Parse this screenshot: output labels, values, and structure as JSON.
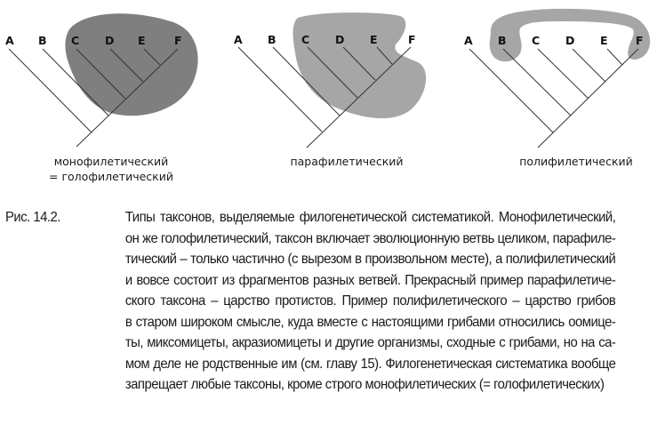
{
  "figure": {
    "panels": [
      {
        "id": "mono",
        "taxa": [
          "A",
          "B",
          "C",
          "D",
          "E",
          "F"
        ],
        "caption_lines": [
          "монофилетический",
          "= голофилетический"
        ],
        "highlighted_taxa": [
          "C",
          "D",
          "E",
          "F"
        ]
      },
      {
        "id": "para",
        "taxa": [
          "A",
          "B",
          "C",
          "D",
          "E",
          "F"
        ],
        "caption_lines": [
          "парафилетический"
        ],
        "highlighted_taxa": [
          "C",
          "D",
          "E"
        ]
      },
      {
        "id": "poly",
        "taxa": [
          "A",
          "B",
          "C",
          "D",
          "E",
          "F"
        ],
        "caption_lines": [
          "полифилетический"
        ],
        "highlighted_taxa": [
          "B",
          "F"
        ]
      }
    ],
    "shade_color": "#7f7f7f",
    "shade_color_light": "#a6a6a6"
  },
  "caption": {
    "label": "Рис. 14.2.",
    "lines": [
      "Типы таксонов, выделяемые филогенетической систематикой. Монофилетический,",
      "он же голофилетический, таксон включает эволюционную ветвь целиком, парафиле-",
      "тический – только частично (с вырезом в произвольном месте), а полифилетический",
      "и вовсе состоит из фрагментов разных ветвей. Прекрасный пример парафилетиче-",
      "ского таксона – царство протистов. Пример полифилетического – царство грибов",
      "в старом широком смысле, куда вместе с настоящими грибами относились оомице-",
      "ты, миксомицеты, акразиомицеты и другие организмы, сходные с грибами, но на са-",
      "мом деле не родственные им (см. главу 15). Филогенетическая систематика вообще",
      "запрещает любые таксоны, кроме строго монофилетических (= голофилетических)"
    ]
  }
}
